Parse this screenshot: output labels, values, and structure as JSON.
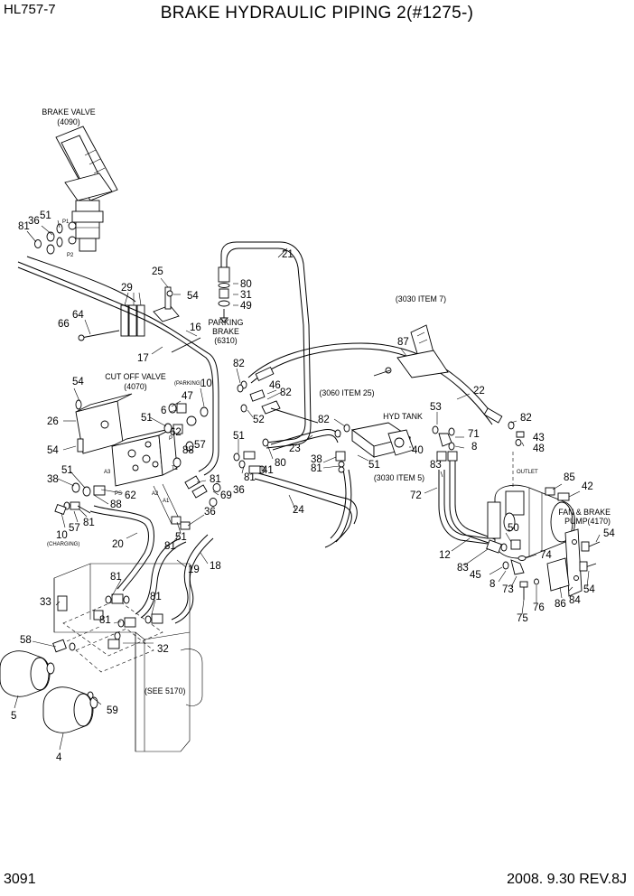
{
  "header": {
    "model": "HL757-7",
    "title": "BRAKE HYDRAULIC PIPING 2(#1275-)"
  },
  "footer": {
    "page": "3091",
    "date_rev": "2008. 9.30  REV.8J"
  },
  "labels": {
    "brake_valve": "BRAKE VALVE",
    "brake_valve_ref": "(4090)",
    "parking_brake_1": "PARKING",
    "parking_brake_2": "BRAKE",
    "parking_brake_3": "(6310)",
    "cut_off_valve": "CUT OFF VALVE",
    "cut_off_valve_ref": "(4070)",
    "parking_small": "(PARKING)",
    "charging_small": "(CHARGING)",
    "ref_3030_7": "(3030 ITEM 7)",
    "ref_3060_25": "(3060 ITEM 25)",
    "hyd_tank": "HYD TANK",
    "ref_3030_5": "(3030  ITEM 5)",
    "outlet": "OUTLET",
    "fan_brake_pump_1": "FAN & BRAKE",
    "fan_brake_pump_2": "PUMP(4170)",
    "see_5170": "(SEE 5170)",
    "port_p1": "P1",
    "port_p2": "P2",
    "port_a3": "A3",
    "port_ps": "PS",
    "port_t1": "T1",
    "port_a2": "A2",
    "port_a1": "A1",
    "port_p": "P"
  },
  "callouts": {
    "c1": "81",
    "c2": "36",
    "c3": "51",
    "c4": "29",
    "c5": "25",
    "c6": "54",
    "c7": "64",
    "c8": "66",
    "c9": "16",
    "c10": "17",
    "c11": "21",
    "c12": "80",
    "c13": "31",
    "c14": "49",
    "c15": "87",
    "c16": "54",
    "c17": "26",
    "c18": "54",
    "c19": "51",
    "c20": "47",
    "c21": "10",
    "c22": "6",
    "c23": "62",
    "c24": "88",
    "c25": "57",
    "c26": "82",
    "c27": "46",
    "c28": "82",
    "c29": "52",
    "c30": "22",
    "c31": "53",
    "c32": "82",
    "c33": "43",
    "c34": "48",
    "c35": "71",
    "c36": "8",
    "c37": "40",
    "c38": "82",
    "c39": "23",
    "c40": "51",
    "c41": "41",
    "c42": "80",
    "c43": "36",
    "c44": "81",
    "c45": "81",
    "c46": "69",
    "c47": "38",
    "c48": "81",
    "c49": "51",
    "c50": "83",
    "c51": "72",
    "c52": "24",
    "c53": "38",
    "c54": "51",
    "c55": "62",
    "c56": "88",
    "c57": "81",
    "c58": "57",
    "c59": "10",
    "c60": "20",
    "c61": "51",
    "c62": "36",
    "c63": "81",
    "c64": "19",
    "c65": "18",
    "c66": "81",
    "c67": "81",
    "c68": "81",
    "c69": "33",
    "c70": "58",
    "c71": "32",
    "c72": "59",
    "c73": "5",
    "c74": "4",
    "c75": "85",
    "c76": "42",
    "c77": "54",
    "c78": "50",
    "c79": "74",
    "c80": "12",
    "c81": "83",
    "c82": "45",
    "c83": "8",
    "c84": "73",
    "c85": "84",
    "c86": "54",
    "c87": "86",
    "c88": "76",
    "c89": "75"
  }
}
